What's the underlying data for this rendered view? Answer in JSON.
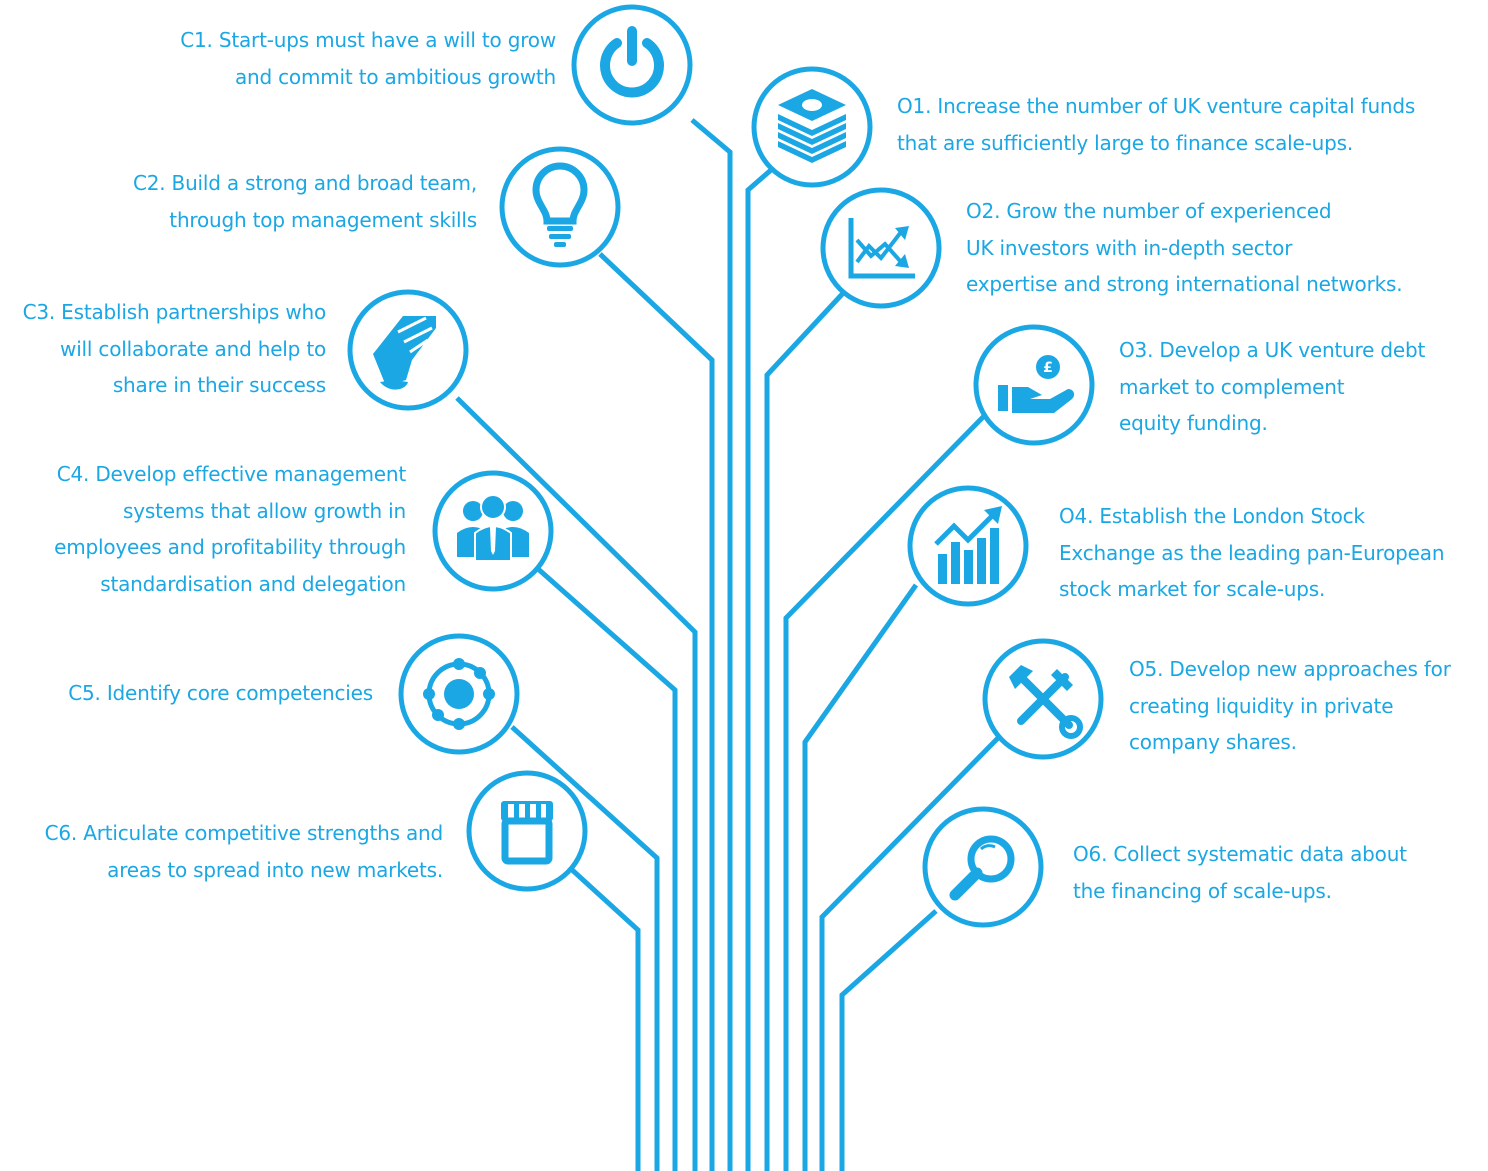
{
  "colors": {
    "accent": "#1aa7e4",
    "background": "#ffffff"
  },
  "left_items": [
    {
      "id": "C1",
      "icon": "power-icon",
      "lines": [
        "C1. Start-ups must have a will to grow",
        "and commit to ambitious growth"
      ]
    },
    {
      "id": "C2",
      "icon": "lightbulb-icon",
      "lines": [
        "C2. Build a strong and broad team,",
        "through top management skills"
      ]
    },
    {
      "id": "C3",
      "icon": "handshake-icon",
      "lines": [
        "C3. Establish partnerships who",
        "will collaborate and help to",
        "share in their success"
      ]
    },
    {
      "id": "C4",
      "icon": "team-icon",
      "lines": [
        "C4. Develop effective management",
        "systems that allow growth in",
        "employees and profitability through",
        "standardisation and delegation"
      ]
    },
    {
      "id": "C5",
      "icon": "core-orbit-icon",
      "lines": [
        "C5. Identify core competencies"
      ]
    },
    {
      "id": "C6",
      "icon": "storefront-icon",
      "lines": [
        "C6. Articulate competitive strengths and",
        "areas to spread into new markets."
      ]
    }
  ],
  "right_items": [
    {
      "id": "O1",
      "icon": "money-stack-icon",
      "lines": [
        "O1. Increase the number of UK venture capital funds",
        "that are sufficiently large to finance scale-ups."
      ]
    },
    {
      "id": "O2",
      "icon": "line-chart-icon",
      "lines": [
        "O2. Grow the number of experienced",
        "UK investors with in-depth sector",
        "expertise and strong international networks."
      ]
    },
    {
      "id": "O3",
      "icon": "hand-coin-icon",
      "lines": [
        "O3. Develop a UK venture debt",
        "market to complement",
        "equity funding."
      ]
    },
    {
      "id": "O4",
      "icon": "bar-growth-icon",
      "lines": [
        "O4. Establish the London Stock",
        "Exchange as the leading pan-European",
        "stock market for scale-ups."
      ]
    },
    {
      "id": "O5",
      "icon": "tools-icon",
      "lines": [
        "O5. Develop new approaches for",
        "creating liquidity in private",
        "company shares."
      ]
    },
    {
      "id": "O6",
      "icon": "magnifier-icon",
      "lines": [
        "O6. Collect systematic data about",
        "the financing of scale-ups."
      ]
    }
  ]
}
